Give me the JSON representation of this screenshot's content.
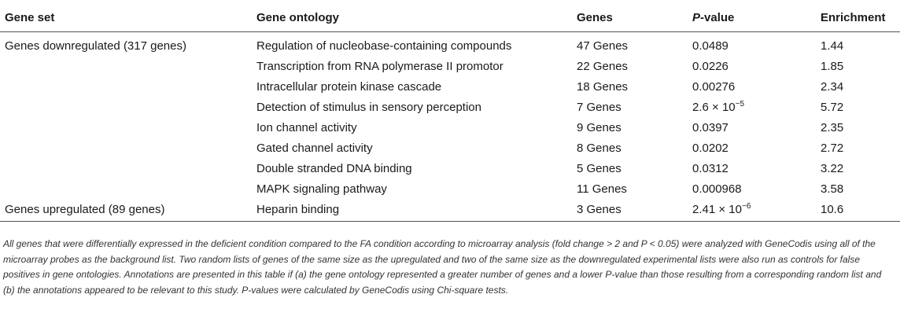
{
  "table": {
    "headers": {
      "gene_set": "Gene set",
      "gene_ontology": "Gene ontology",
      "genes": "Genes",
      "p_value": "P-value",
      "enrichment": "Enrichment"
    },
    "rows": [
      {
        "gene_set": "Genes downregulated (317 genes)",
        "ontology": "Regulation of nucleobase-containing compounds",
        "genes": "47 Genes",
        "p_value": "0.0489",
        "enrichment": "1.44"
      },
      {
        "gene_set": "",
        "ontology": "Transcription from RNA polymerase II promotor",
        "genes": "22 Genes",
        "p_value": "0.0226",
        "enrichment": "1.85"
      },
      {
        "gene_set": "",
        "ontology": "Intracellular protein kinase cascade",
        "genes": "18 Genes",
        "p_value": "0.00276",
        "enrichment": "2.34"
      },
      {
        "gene_set": "",
        "ontology": "Detection of stimulus in sensory perception",
        "genes": "7 Genes",
        "p_value_base": "2.6 × 10",
        "p_value_exp": "−5",
        "enrichment": "5.72"
      },
      {
        "gene_set": "",
        "ontology": "Ion channel activity",
        "genes": "9 Genes",
        "p_value": "0.0397",
        "enrichment": "2.35"
      },
      {
        "gene_set": "",
        "ontology": "Gated channel activity",
        "genes": "8 Genes",
        "p_value": "0.0202",
        "enrichment": "2.72"
      },
      {
        "gene_set": "",
        "ontology": "Double stranded DNA binding",
        "genes": "5 Genes",
        "p_value": "0.0312",
        "enrichment": "3.22"
      },
      {
        "gene_set": "",
        "ontology": "MAPK signaling pathway",
        "genes": "11 Genes",
        "p_value": "0.000968",
        "enrichment": "3.58"
      },
      {
        "gene_set": "Genes upregulated (89 genes)",
        "ontology": "Heparin binding",
        "genes": "3 Genes",
        "p_value_base": "2.41 × 10",
        "p_value_exp": "−6",
        "enrichment": "10.6"
      }
    ]
  },
  "footnote": "All genes that were differentially expressed in the deficient condition compared to the FA condition according to microarray analysis (fold change > 2 and P < 0.05) were analyzed with GeneCodis using all of the microarray probes as the background list. Two random lists of genes of the same size as the upregulated and two of the same size as the downregulated experimental lists were also run as controls for false positives in gene ontologies. Annotations are presented in this table if (a) the gene ontology represented a greater number of genes and a lower P-value than those resulting from a corresponding random list and (b) the annotations appeared to be relevant to this study. P-values were calculated by GeneCodis using Chi-square tests."
}
